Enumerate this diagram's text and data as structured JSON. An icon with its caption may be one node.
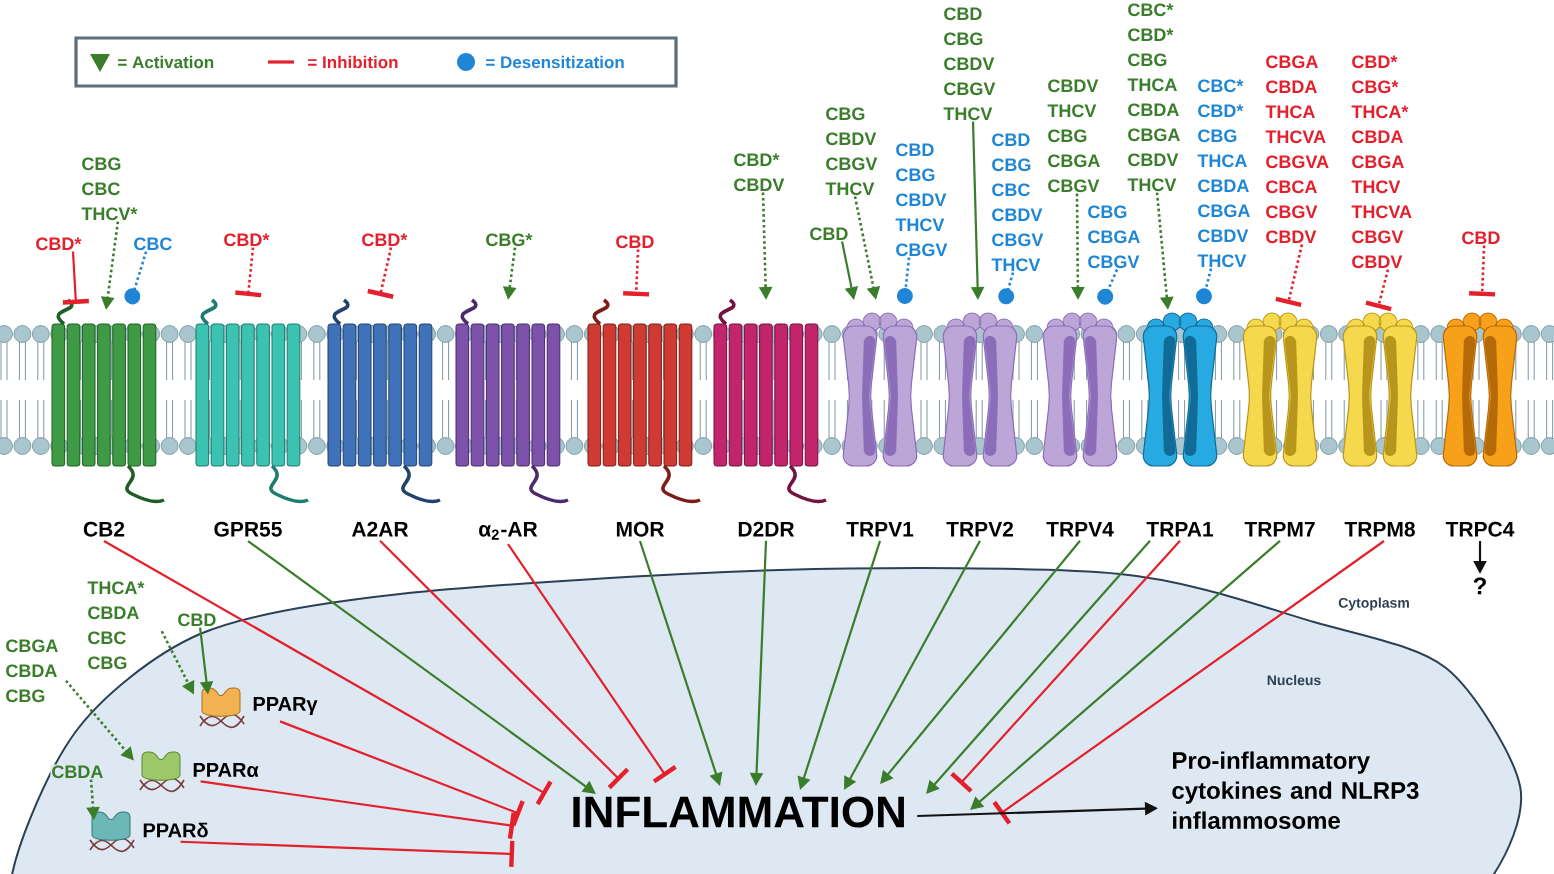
{
  "diagram": {
    "nodes": [
      {
        "text": [
          "CBD*"
        ]
      },
      {
        "text": [
          "CBG CBC THCV*"
        ]
      },
      {
        "text": [
          "CBC"
        ]
      },
      {
        "text": [
          "CBD*"
        ]
      },
      {
        "text": [
          "CBD*"
        ]
      },
      {
        "text": [
          "CBG*"
        ]
      },
      {
        "text": [
          "CBD"
        ]
      },
      {
        "text": [
          "CBD* CBDV"
        ]
      },
      {
        "text": [
          "CBD"
        ]
      },
      {
        "text": [
          "CBG CBDV CBGV THCV"
        ]
      },
      {
        "text": [
          "CBD CBG CBDV THCV CBGV"
        ]
      },
      {
        "text": [
          "CBD CBG CBDV CBGV THCV"
        ]
      },
      {
        "text": [
          "CBD CBG CBC CBDV CBGV THCV"
        ]
      },
      {
        "text": [
          "CBDV THCV CBG CBGA CBGV"
        ]
      },
      {
        "text": [
          "CBG CBGA CBGV"
        ]
      },
      {
        "text": [
          "CBC* CBD* CBG THCA CBDA CBGA CBDV THCV"
        ]
      },
      {
        "text": [
          "CBC* CBD* CBG THCA CBDA CBGA CBDV THCV"
        ]
      },
      {
        "text": [
          "CBGA CBDA THCA THCVA CBGVA CBCA CBGV CBDV"
        ]
      },
      {
        "text": [
          "CBD* CBG* THCA* CBDA CBGA THCV THCVA CBGV CBDV"
        ]
      },
      {
        "text": [
          "CBD"
        ]
      },
      {
        "text": [
          "CB2"
        ]
      },
      {
        "text": [
          "GPR55"
        ]
      },
      {
        "text": [
          "A2AR"
        ]
      },
      {
        "text": [
          "α$_{2}$-AR"
        ]
      },
      {
        "text": [
          "MOR"
        ]
      },
      {
        "text": [
          "D2DR"
        ]
      },
      {
        "text": [
          "TRPV1"
        ]
      },
      {
        "text": [
          "TRPV2"
        ]
      },
      {
        "text": [
          "TRPV4"
        ]
      },
      {
        "text": [
          "TRPA1"
        ]
      },
      {
        "text": [
          "TRPM7"
        ]
      },
      {
        "text": [
          "TRPM8"
        ]
      },
      {
        "text": [
          "TRPC4"
        ]
      },
      {
        "text": [
          "?"
        ]
      },
      {
        "text": [
          "Nucleus"
        ]
      },
      {
        "text": [
          "THCA* CBDA CBC CBG"
        ]
      },
      {
        "text": [
          "CBD"
        ]
      },
      {
        "text": [
          "CBGA CBDA CBG"
        ]
      },
      {
        "text": [
          "CBDA"
        ],
        "in": 34
      },
      {
        "text": [
          "PPARγ"
        ],
        "in": 34
      },
      {
        "text": [
          "PPARα"
        ],
        "in": 34
      },
      {
        "text": [
          "PPARδ"
        ],
        "in": 34
      },
      {
        "text": [
          "INFLAMMATION"
        ],
        "in": 34
      },
      {
        "text": [
          "Pro-inflammatory cytokines and NLRP3 inflammosome"
        ],
        "in": 34
      }
    ],
    "edges": [
      {
        "from": 0,
        "to": 20,
        "arrow": "other",
        "color": "#e3202b"
      },
      {
        "from": 1,
        "to": 20,
        "arrow": "to",
        "style": "dashed"
      },
      {
        "from": 2,
        "to": 20,
        "arrow": "other",
        "style": "dashed",
        "color": "#1f86d6"
      },
      {
        "from": 3,
        "to": 21,
        "arrow": "other",
        "style": "dashed",
        "color": "#e3202b"
      },
      {
        "from": 4,
        "to": 22,
        "arrow": "other",
        "style": "dashed",
        "color": "#e3202b"
      },
      {
        "from": 5,
        "to": 23,
        "arrow": "to",
        "style": "dashed"
      },
      {
        "from": 6,
        "to": 24,
        "arrow": "other",
        "style": "dashed",
        "color": "#e3202b"
      },
      {
        "from": 7,
        "to": 25,
        "arrow": "to",
        "style": "dashed"
      },
      {
        "from": 8,
        "to": 26,
        "arrow": "to"
      },
      {
        "from": 9,
        "to": 26,
        "arrow": "to",
        "style": "dashed"
      },
      {
        "from": 10,
        "to": 26,
        "arrow": "other",
        "style": "dashed",
        "color": "#1f86d6"
      },
      {
        "from": 11,
        "to": 27,
        "arrow": "to"
      },
      {
        "from": 12,
        "to": 27,
        "arrow": "other",
        "style": "dashed",
        "color": "#1f86d6"
      },
      {
        "from": 13,
        "to": 28,
        "arrow": "to",
        "style": "dashed"
      },
      {
        "from": 14,
        "to": 28,
        "arrow": "other",
        "style": "dashed",
        "color": "#1f86d6"
      },
      {
        "from": 15,
        "to": 29,
        "arrow": "to",
        "style": "dashed"
      },
      {
        "from": 16,
        "to": 29,
        "arrow": "other",
        "style": "dashed",
        "color": "#1f86d6"
      },
      {
        "from": 17,
        "to": 30,
        "arrow": "other",
        "style": "dashed",
        "color": "#e3202b"
      },
      {
        "from": 18,
        "to": 31,
        "arrow": "other",
        "style": "dashed",
        "color": "#e3202b"
      },
      {
        "from": 19,
        "to": 32,
        "arrow": "other",
        "style": "dashed",
        "color": "#e3202b"
      },
      {
        "from": 20,
        "to": 42,
        "arrow": "other",
        "color": "#e3202b"
      },
      {
        "from": 21,
        "to": 42,
        "arrow": "to"
      },
      {
        "from": 22,
        "to": 42,
        "arrow": "other",
        "color": "#e3202b"
      },
      {
        "from": 23,
        "to": 42,
        "arrow": "other",
        "color": "#e3202b"
      },
      {
        "from": 24,
        "to": 42,
        "arrow": "to"
      },
      {
        "from": 25,
        "to": 42,
        "arrow": "to"
      },
      {
        "from": 26,
        "to": 42,
        "arrow": "to"
      },
      {
        "from": 27,
        "to": 42,
        "arrow": "to"
      },
      {
        "from": 28,
        "to": 42,
        "arrow": "to"
      },
      {
        "from": 29,
        "to": 42,
        "arrow": "to"
      },
      {
        "from": 29,
        "to": 42,
        "arrow": "other",
        "color": "#e3202b"
      },
      {
        "from": 30,
        "to": 42,
        "arrow": "to"
      },
      {
        "from": 31,
        "to": 42,
        "arrow": "other",
        "color": "#e3202b"
      },
      {
        "from": 32,
        "to": 33,
        "arrow": "to",
        "color": "#111111"
      },
      {
        "from": 35,
        "to": 39,
        "arrow": "to",
        "style": "dashed"
      },
      {
        "from": 36,
        "to": 39,
        "arrow": "to"
      },
      {
        "from": 37,
        "to": 40,
        "arrow": "to",
        "style": "dashed"
      },
      {
        "from": 38,
        "to": 41,
        "arrow": "to",
        "style": "dashed"
      },
      {
        "from": 39,
        "to": 42,
        "arrow": "other",
        "color": "#e3202b"
      },
      {
        "from": 40,
        "to": 42,
        "arrow": "other",
        "color": "#e3202b"
      },
      {
        "from": 41,
        "to": 42,
        "arrow": "other",
        "color": "#e3202b"
      },
      {
        "from": 42,
        "to": 43,
        "arrow": "to",
        "color": "#111111"
      }
    ],
    "labels": [
      "Cytoplasm"
    ],
    "legend": [
      {
        "text": "= Activation"
      },
      {
        "text": "= Inhibition"
      },
      {
        "text": "= Desensitization"
      }
    ]
  }
}
